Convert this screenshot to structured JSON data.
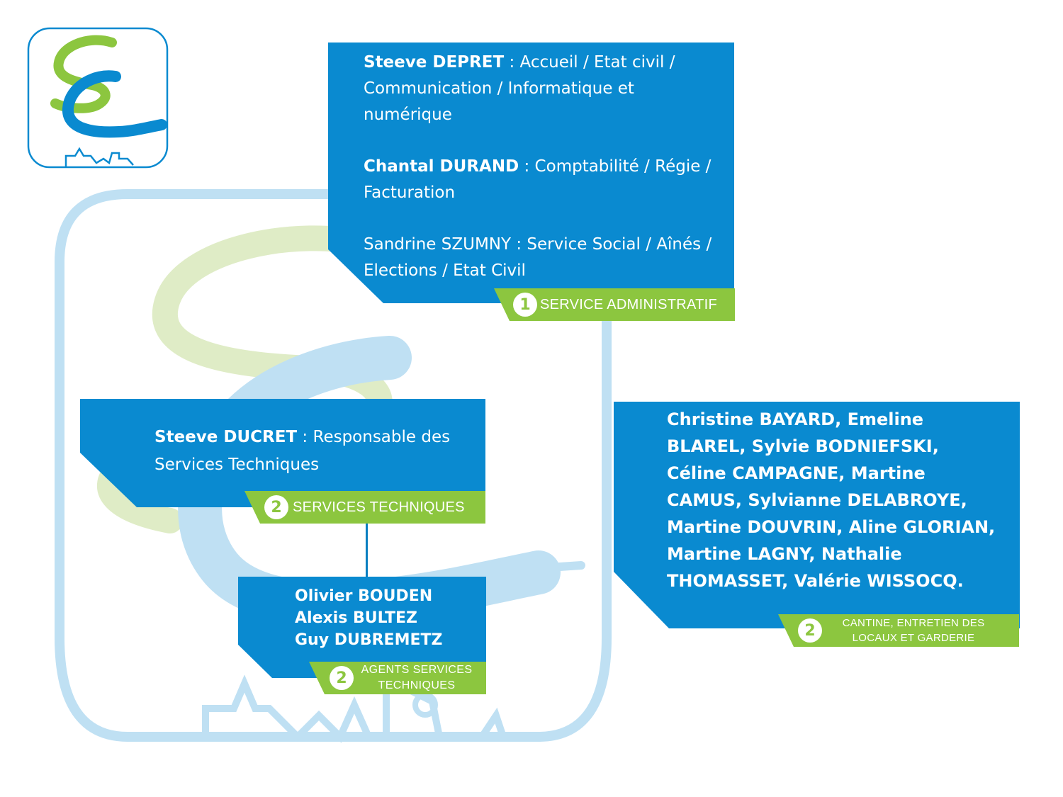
{
  "colors": {
    "card_blue": "#0a8ad0",
    "tag_green": "#8cc63f",
    "bg_light_blue": "#bfe0f3",
    "bg_light_green": "#dfecc6"
  },
  "logo": {
    "icon": "town-logo-icon",
    "letters": "SC"
  },
  "service_administratif": {
    "tag_number": "1",
    "tag_label": "SERVICE ADMINISTRATIF",
    "entries": [
      {
        "name": "Steeve DEPRET",
        "role": " : Accueil / Etat civil / Communication / Informatique et numérique"
      },
      {
        "name": "Chantal DURAND",
        "role": " : Comptabilité / Régie / Facturation"
      },
      {
        "name": "Sandrine SZUMNY : Service Social / Aînés / Elections / Etat Civil"
      }
    ]
  },
  "services_techniques": {
    "tag_number": "2",
    "tag_label": "SERVICES TECHNIQUES",
    "name": "Steeve DUCRET",
    "role": " : Responsable des Services Techniques"
  },
  "agents_services_techniques": {
    "tag_number": "2",
    "tag_label": "AGENTS SERVICES TECHNIQUES",
    "members": [
      "Olivier BOUDEN",
      "Alexis BULTEZ",
      "Guy DUBREMETZ"
    ]
  },
  "cantine": {
    "tag_number": "2",
    "tag_label": "CANTINE, ENTRETIEN DES LOCAUX ET GARDERIE",
    "members_text": "Christine BAYARD, Emeline BLAREL, Sylvie BODNIEFSKI, Céline CAMPAGNE, Martine CAMUS, Sylvianne DELABROYE, Martine DOUVRIN, Aline GLORIAN, Martine LAGNY, Nathalie THOMASSET, Valérie WISSOCQ."
  }
}
